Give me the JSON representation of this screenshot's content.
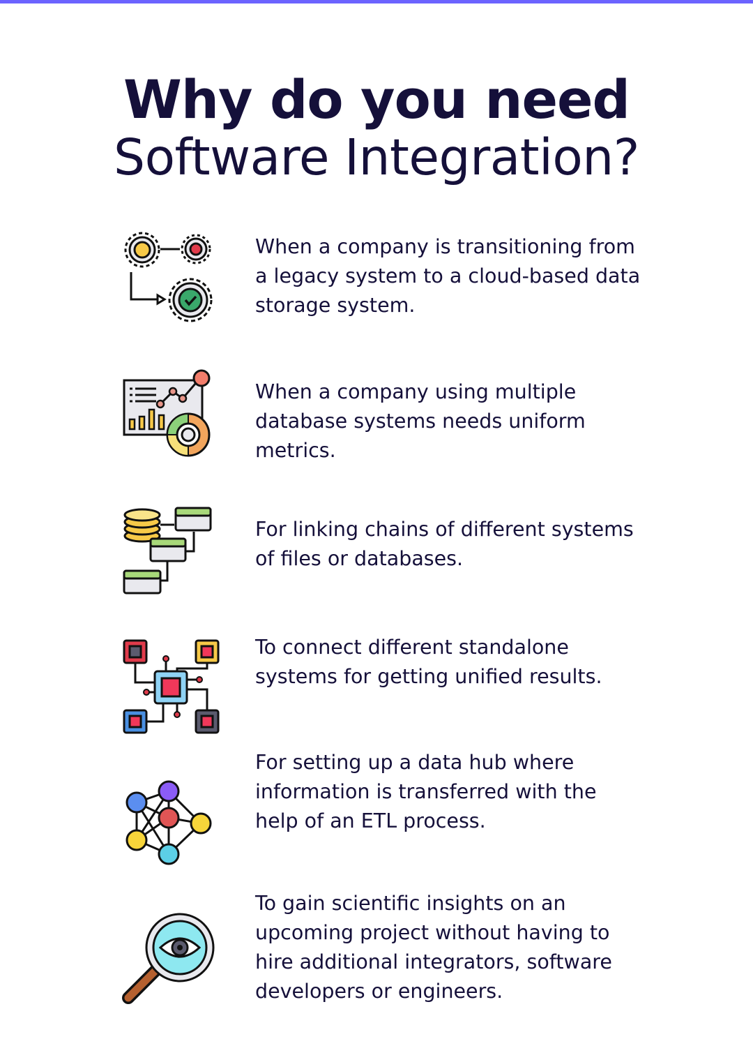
{
  "colors": {
    "accent": "#6c63ff",
    "text": "#15103a"
  },
  "title": {
    "line1": "Why do you need",
    "line2": "Software Integration?"
  },
  "items": [
    {
      "icon": "gears-flow-icon",
      "text": "When a company is transitioning from a legacy system to a cloud-based data storage system."
    },
    {
      "icon": "dashboard-analytics-icon",
      "text": "When a company using multiple database systems needs uniform metrics."
    },
    {
      "icon": "database-chain-icon",
      "text": "For linking chains of different systems of files or databases."
    },
    {
      "icon": "circuit-network-icon",
      "text": "To connect different standalone systems for getting unified results."
    },
    {
      "icon": "node-graph-icon",
      "text": "For setting up a data hub where information is transferred with the help of an ETL process."
    },
    {
      "icon": "magnifier-eye-icon",
      "text": "To gain scientific insights on an upcoming project without having to hire additional integrators, software developers or engineers."
    }
  ]
}
